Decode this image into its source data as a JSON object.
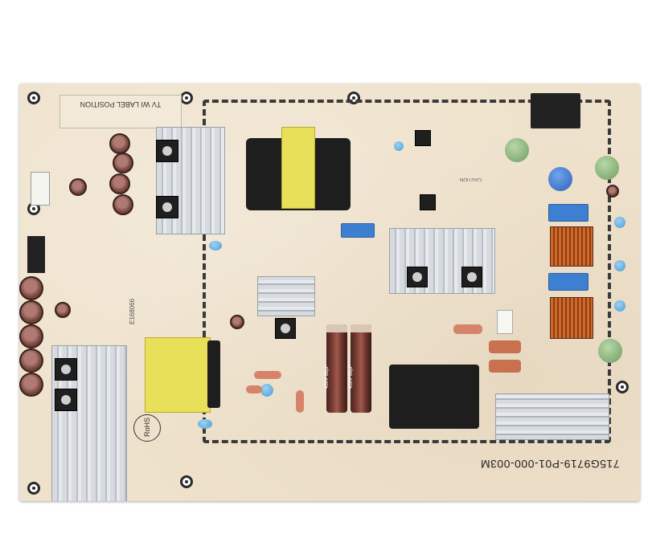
{
  "board": {
    "part_number": "715G9719-P01-000-003M",
    "label_position": "TV WI LABEL POSITION",
    "cert_mark": "E168066",
    "rohs": "RoHS",
    "cap_rating_1": "450V 68μF",
    "cap_rating_2": "450V 68μF",
    "caution_text": "CAUTION"
  },
  "colors": {
    "board": "#efe2cc",
    "trace_outline": "#3a3a3a",
    "transformer_tape": "#e9e05a",
    "film_capacitor": "#3d7fd0",
    "heatsink": "#c8cdd3"
  }
}
